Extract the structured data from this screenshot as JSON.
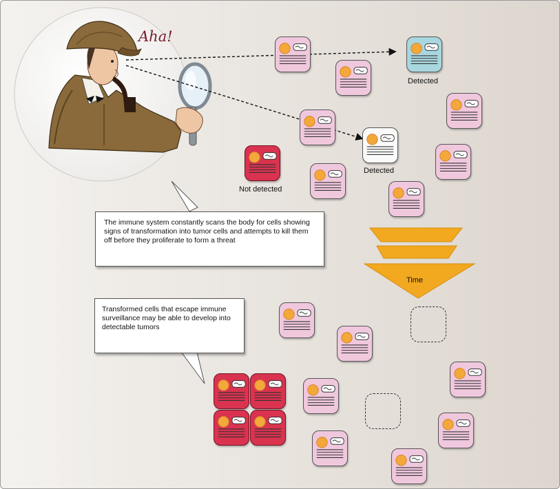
{
  "exclamation": "Aha!",
  "labels": {
    "detected_top": "Detected",
    "detected_mid": "Detected",
    "not_detected": "Not detected",
    "time": "Time"
  },
  "callouts": {
    "scan": "The immune system constantly scans the body for cells showing signs of transformation into tumor cells and attempts to kill them off before they proliferate to form a threat",
    "escape": "Transformed cells that escape immune surveillance may be able to develop into detectable tumors"
  },
  "colors": {
    "normal_cell": "#f0c8de",
    "tumor_cell": "#d9334f",
    "detected_blue": "#a8d7df",
    "nucleus": "#f3a83a",
    "time_arrow": "#f2a81f"
  },
  "icons": [
    "detective-icon",
    "magnifying-glass-icon",
    "cell-icon",
    "time-arrow-icon"
  ]
}
